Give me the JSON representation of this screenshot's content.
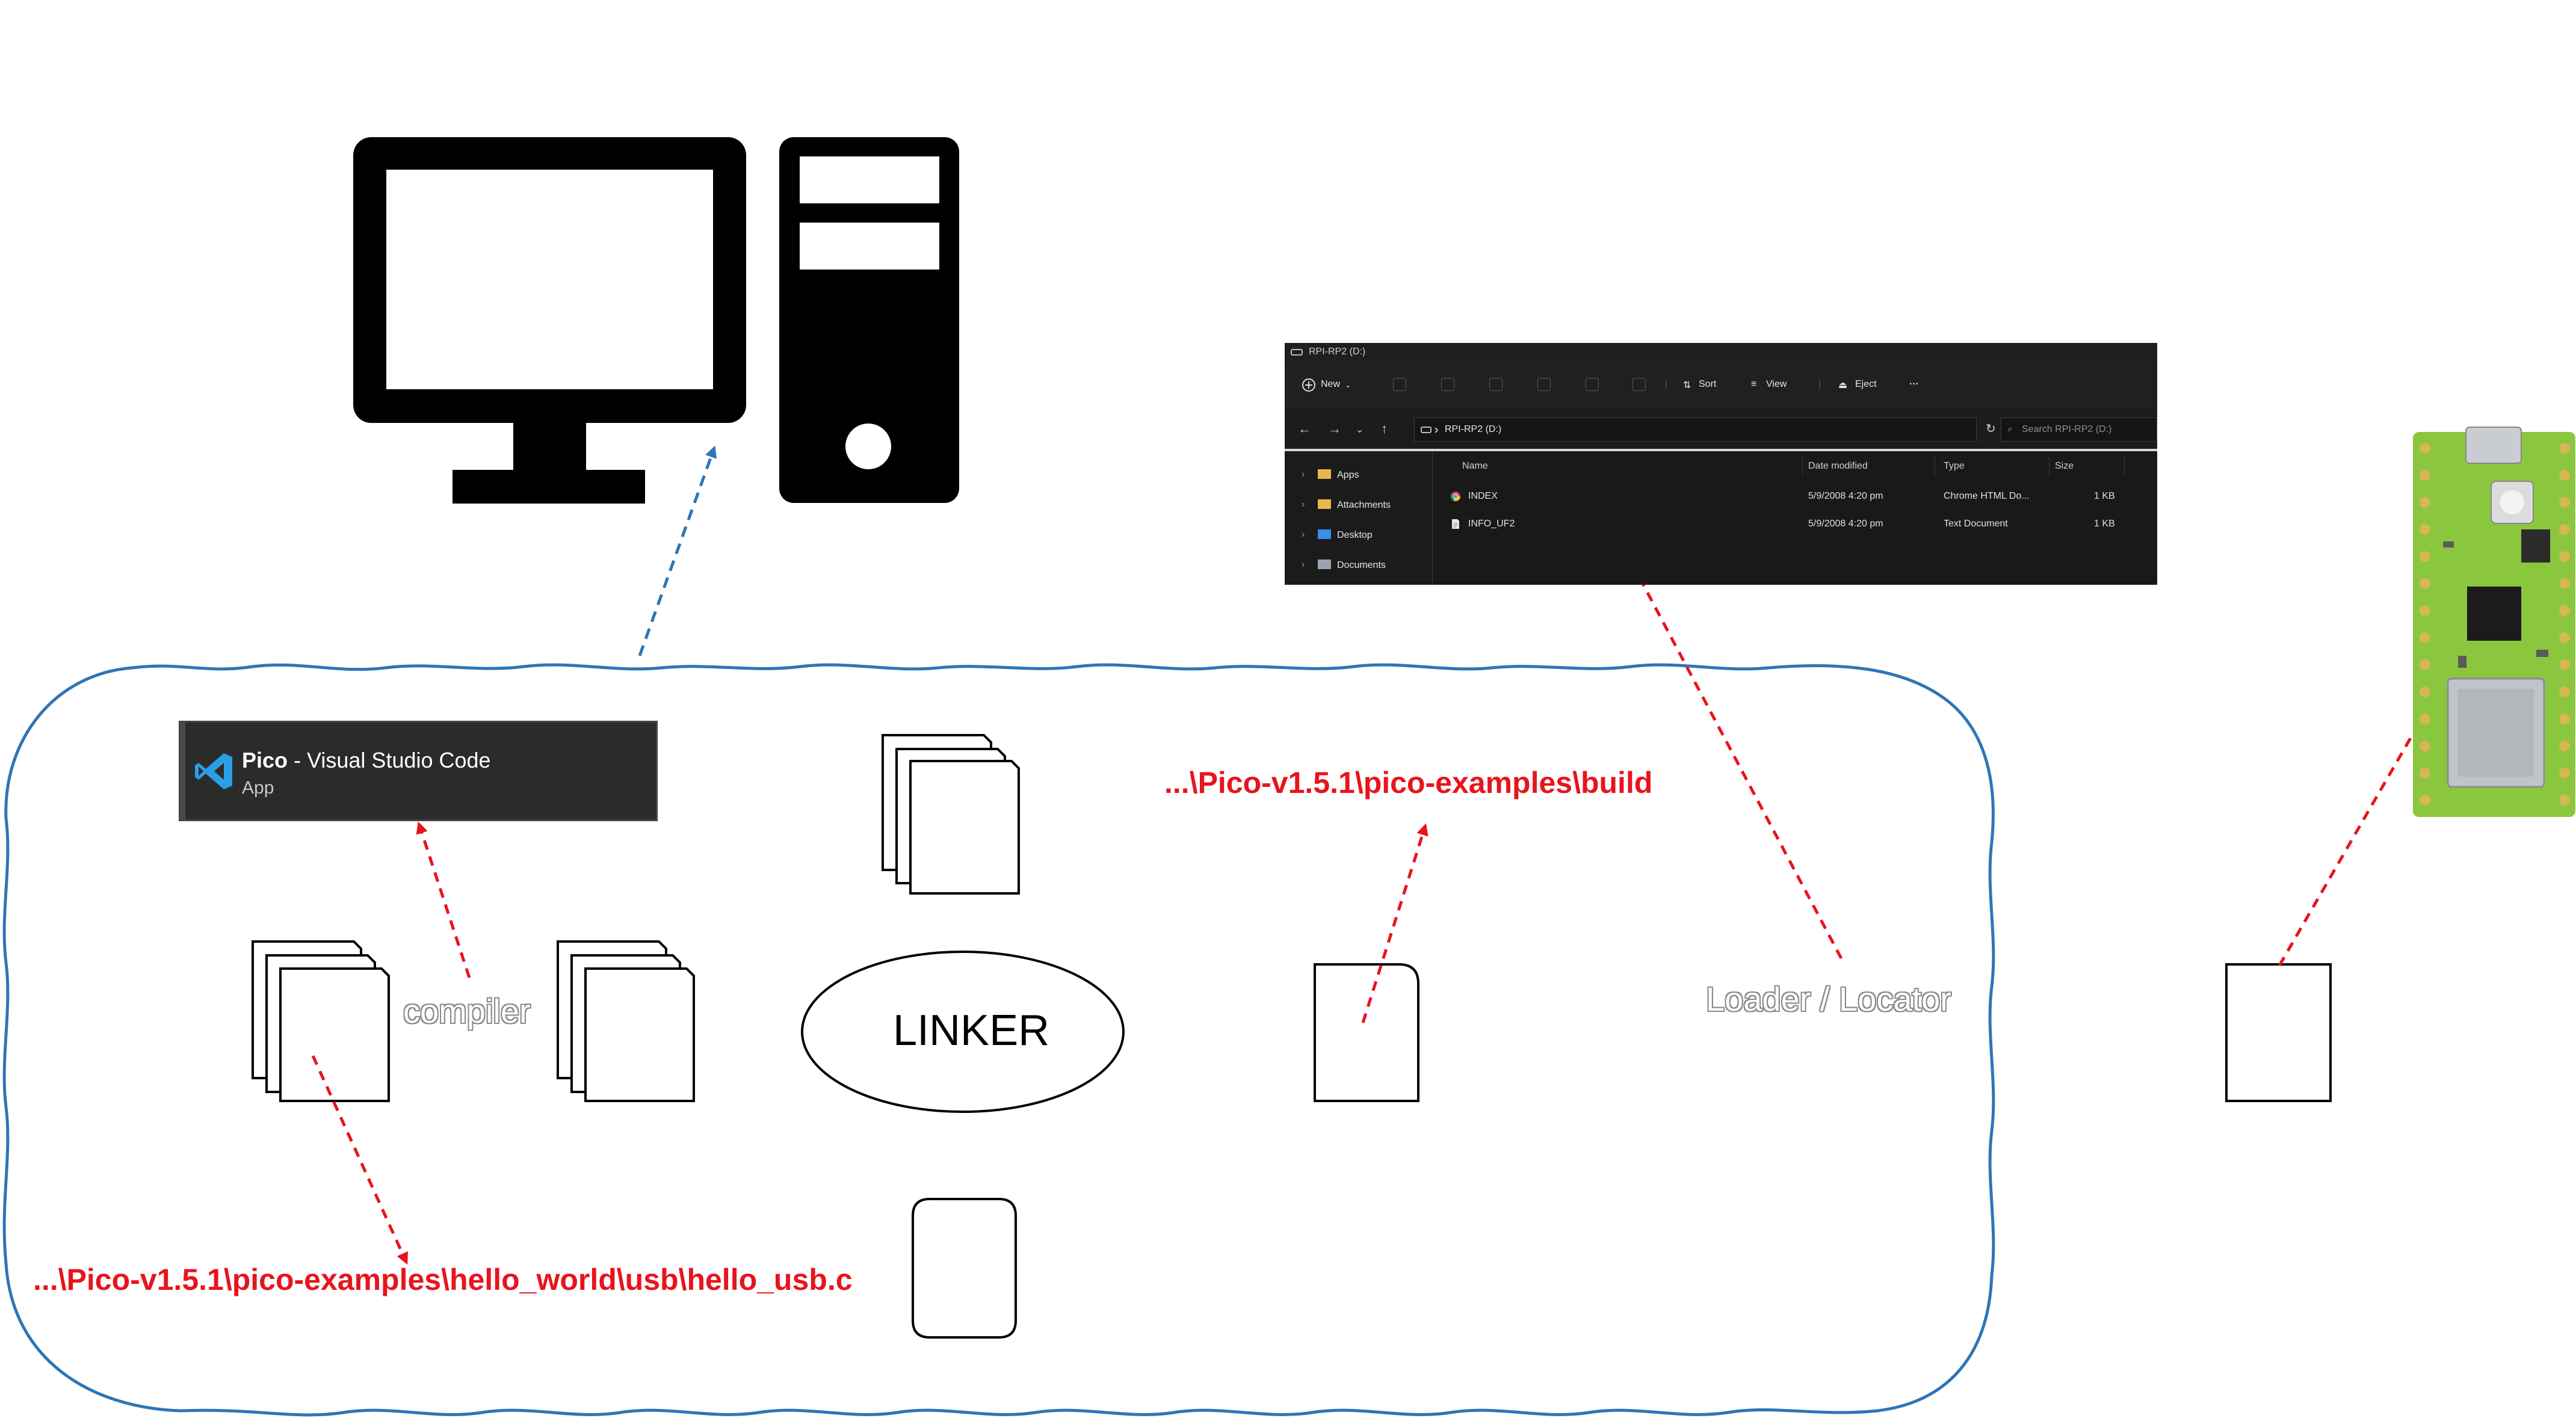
{
  "vscode": {
    "title_bold": "Pico",
    "title_rest": " - Visual Studio Code",
    "subtitle": "App",
    "accent": "#2a9fe6"
  },
  "explorer": {
    "window_title": "RPI-RP2 (D:)",
    "toolbar": {
      "new_label": "New",
      "sort_label": "Sort",
      "view_label": "View",
      "eject_label": "Eject",
      "more_label": "···"
    },
    "address": "RPI-RP2 (D:)",
    "search_placeholder": "Search RPI-RP2 (D:)",
    "sidebar": [
      "Apps",
      "Attachments",
      "Desktop",
      "Documents"
    ],
    "columns": [
      "Name",
      "Date modified",
      "Type",
      "Size"
    ],
    "rows": [
      {
        "name": "INDEX",
        "date": "5/9/2008 4:20 pm",
        "type": "Chrome HTML Do...",
        "size": "1 KB"
      },
      {
        "name": "INFO_UF2",
        "date": "5/9/2008 4:20 pm",
        "type": "Text Document",
        "size": "1 KB"
      }
    ]
  },
  "labels": {
    "linker": "LINKER",
    "compiler": "compiler",
    "loader": "Loader / Locator",
    "build_path": "...\\Pico-v1.5.1\\pico-examples\\build",
    "source_path": "...\\Pico-v1.5.1\\pico-examples\\hello_world\\usb\\hello_usb.c"
  },
  "colors": {
    "cloud": "#2e75b6",
    "path_text": "#e8141c",
    "red_arrow": "#e8141c",
    "blue_arrow": "#2e75b6",
    "board_green": "#8bc63f"
  }
}
